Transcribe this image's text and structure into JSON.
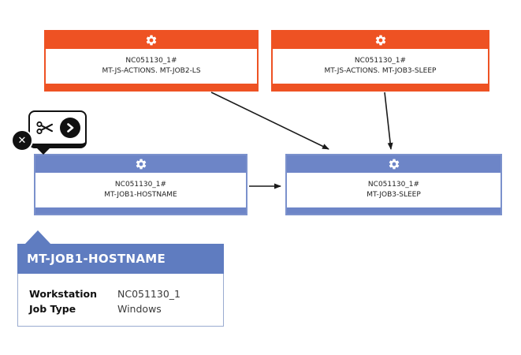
{
  "colors": {
    "node_orange": "#ee5223",
    "node_blue": "#6d85c7",
    "tooltip_header_blue": "#5f7cc0",
    "arrow": "#1a1a1a",
    "toolbar_black": "#111111"
  },
  "nodes": [
    {
      "workstation_line": "NC051130_1#",
      "job_line": "MT-JS-ACTIONS. MT-JOB2-LS"
    },
    {
      "workstation_line": "NC051130_1#",
      "job_line": "MT-JS-ACTIONS. MT-JOB3-SLEEP"
    },
    {
      "workstation_line": "NC051130_1#",
      "job_line": "MT-JOB1-HOSTNAME"
    },
    {
      "workstation_line": "NC051130_1#",
      "job_line": "MT-JOB3-SLEEP"
    }
  ],
  "toolbar": {
    "close_glyph": "✕"
  },
  "tooltip": {
    "title": "MT-JOB1-HOSTNAME",
    "workstation_label": "Workstation",
    "workstation_value": "NC051130_1",
    "job_type_label": "Job Type",
    "job_type_value": "Windows"
  }
}
